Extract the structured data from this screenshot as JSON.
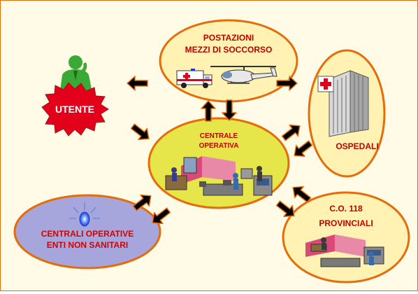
{
  "diagram": {
    "nodes": {
      "postazioni": {
        "line1": "POSTAZIONI",
        "line2": "MEZZI DI SOCCORSO"
      },
      "utente": {
        "label": "UTENTE"
      },
      "centrale": {
        "line1": "CENTRALE",
        "line2": "OPERATIVA"
      },
      "ospedali": {
        "label": "OSPEDALI"
      },
      "co118": {
        "line1": "C.O. 118",
        "line2": "PROVINCIALI"
      },
      "enti": {
        "line1": "CENTRALI  OPERATIVE",
        "line2": "ENTI NON SANITARI"
      }
    }
  },
  "colors": {
    "frame_border": "#e46c0a",
    "ellipse_fill_light": "#fff2b3",
    "ellipse_fill_center": "#e6e64a",
    "ellipse_border": "#e46c0a",
    "enti_fill": "#a6a6dc",
    "arrow_fill": "#000000",
    "arrow_stroke": "#e46c0a",
    "label_red": "#c00000",
    "starburst_red": "#e3001b",
    "person_green": "#3aa935"
  },
  "icons": [
    "user-person-icon",
    "ambulance-icon",
    "helicopter-icon",
    "hospital-building-icon",
    "control-room-icon",
    "beacon-icon"
  ]
}
